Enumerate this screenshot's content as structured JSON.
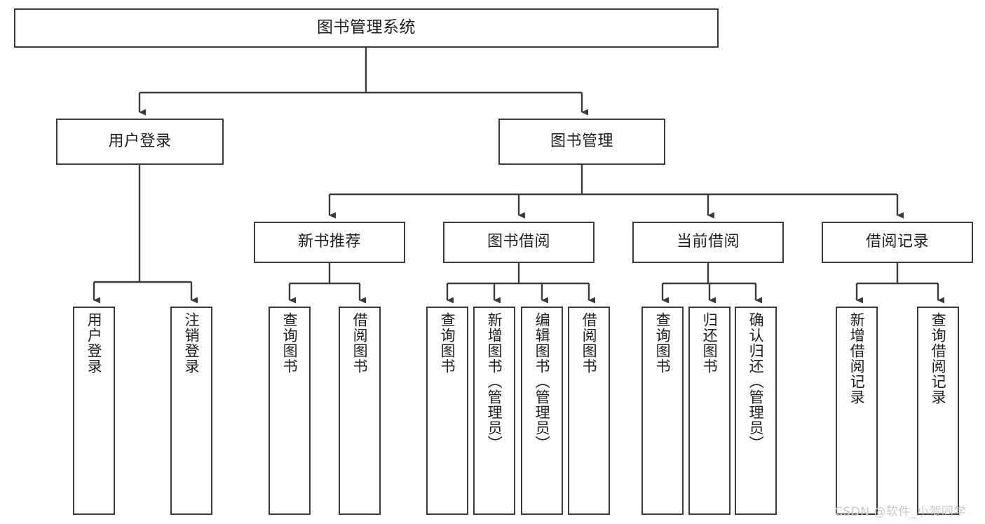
{
  "diagram": {
    "title": "图书管理系统",
    "root": {
      "label": "图书管理系统"
    },
    "level2": [
      {
        "label": "用户登录"
      },
      {
        "label": "图书管理"
      }
    ],
    "level3": [
      {
        "label": "新书推荐"
      },
      {
        "label": "图书借阅"
      },
      {
        "label": "当前借阅"
      },
      {
        "label": "借阅记录"
      }
    ],
    "leaves": {
      "user_login": [
        {
          "label": "用户登录"
        },
        {
          "label": "注销登录"
        }
      ],
      "new_book_recommend": [
        {
          "label": "查询图书"
        },
        {
          "label": "借阅图书"
        }
      ],
      "book_borrow": [
        {
          "label": "查询图书"
        },
        {
          "label": "新增图书（管理员）"
        },
        {
          "label": "编辑图书（管理员）"
        },
        {
          "label": "借阅图书"
        }
      ],
      "current_borrow": [
        {
          "label": "查询图书"
        },
        {
          "label": "归还图书"
        },
        {
          "label": "确认归还（管理员）"
        }
      ],
      "borrow_record": [
        {
          "label": "新增借阅记录"
        },
        {
          "label": "查询借阅记录"
        }
      ]
    }
  },
  "watermark": {
    "text": "CSDN @软件_小贺同学"
  },
  "colors": {
    "border": "#3b3b3b",
    "text": "#1d1d1d",
    "background": "#ffffff",
    "watermark": "#c9c9c9"
  }
}
